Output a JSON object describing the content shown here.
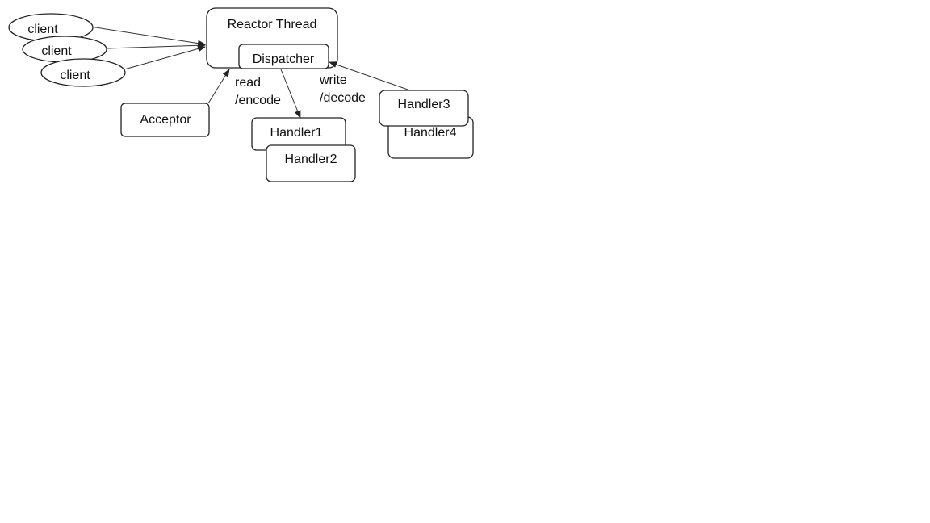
{
  "diagram": {
    "nodes": {
      "reactor": {
        "label": "Reactor Thread"
      },
      "dispatcher": {
        "label": "Dispatcher"
      },
      "client_1": {
        "label": "client"
      },
      "client_2": {
        "label": "client"
      },
      "client_3": {
        "label": "client"
      },
      "acceptor": {
        "label": "Acceptor"
      },
      "handler1": {
        "label": "Handler1"
      },
      "handler2": {
        "label": "Handler2"
      },
      "handler3": {
        "label": "Handler3"
      },
      "handler4": {
        "label": "Handler4"
      }
    },
    "edges": {
      "read": {
        "line1": "read",
        "line2": "/encode"
      },
      "write": {
        "line1": "write",
        "line2": "/decode"
      }
    },
    "colors": {
      "stroke": "#222222",
      "text": "#111111",
      "background": "#ffffff"
    }
  }
}
